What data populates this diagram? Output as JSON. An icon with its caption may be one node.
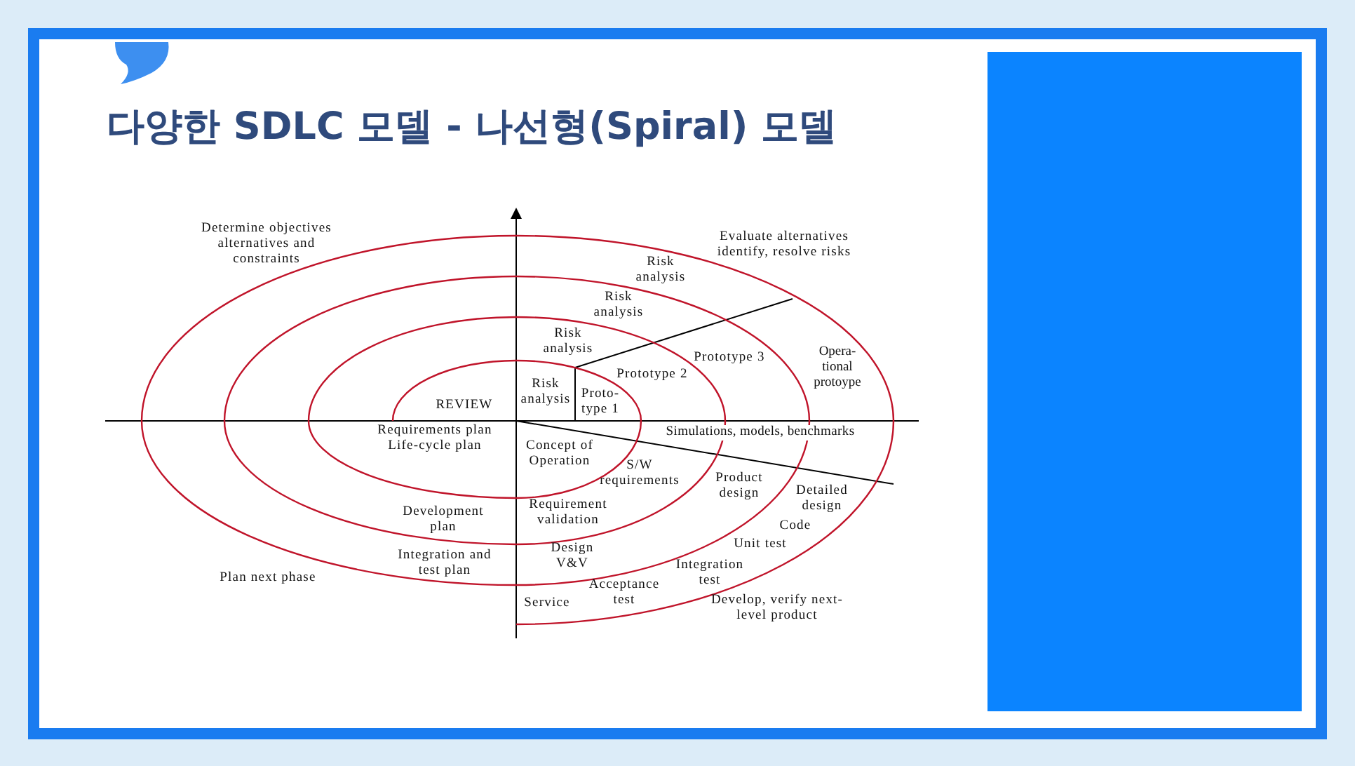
{
  "diagram": {
    "title": "다양한 SDLC 모델 - 나선형(Spiral) 모델",
    "labels": [
      "Determine objectives alternatives and constraints",
      "Evaluate alternatives identify, resolve risks",
      "Risk analysis",
      "Risk analysis",
      "Opera- tional protoype",
      "Risk analysis",
      "Prototype 3",
      "Prototype 2",
      "REVIEW",
      "Risk analysis",
      "Proto- type 1",
      "Requirements plan Life-cycle plan",
      "Simulations, models, benchmarks",
      "Concept of Operation",
      "S/W requirements",
      "Product design",
      "Detailed design",
      "Development plan",
      "Requirement validation",
      "Code",
      "Unit test",
      "Integration and test plan",
      "Design V&V",
      "Integration test",
      "Plan next phase",
      "Acceptance test",
      "Develop, verify next-level product",
      "Service"
    ]
  }
}
